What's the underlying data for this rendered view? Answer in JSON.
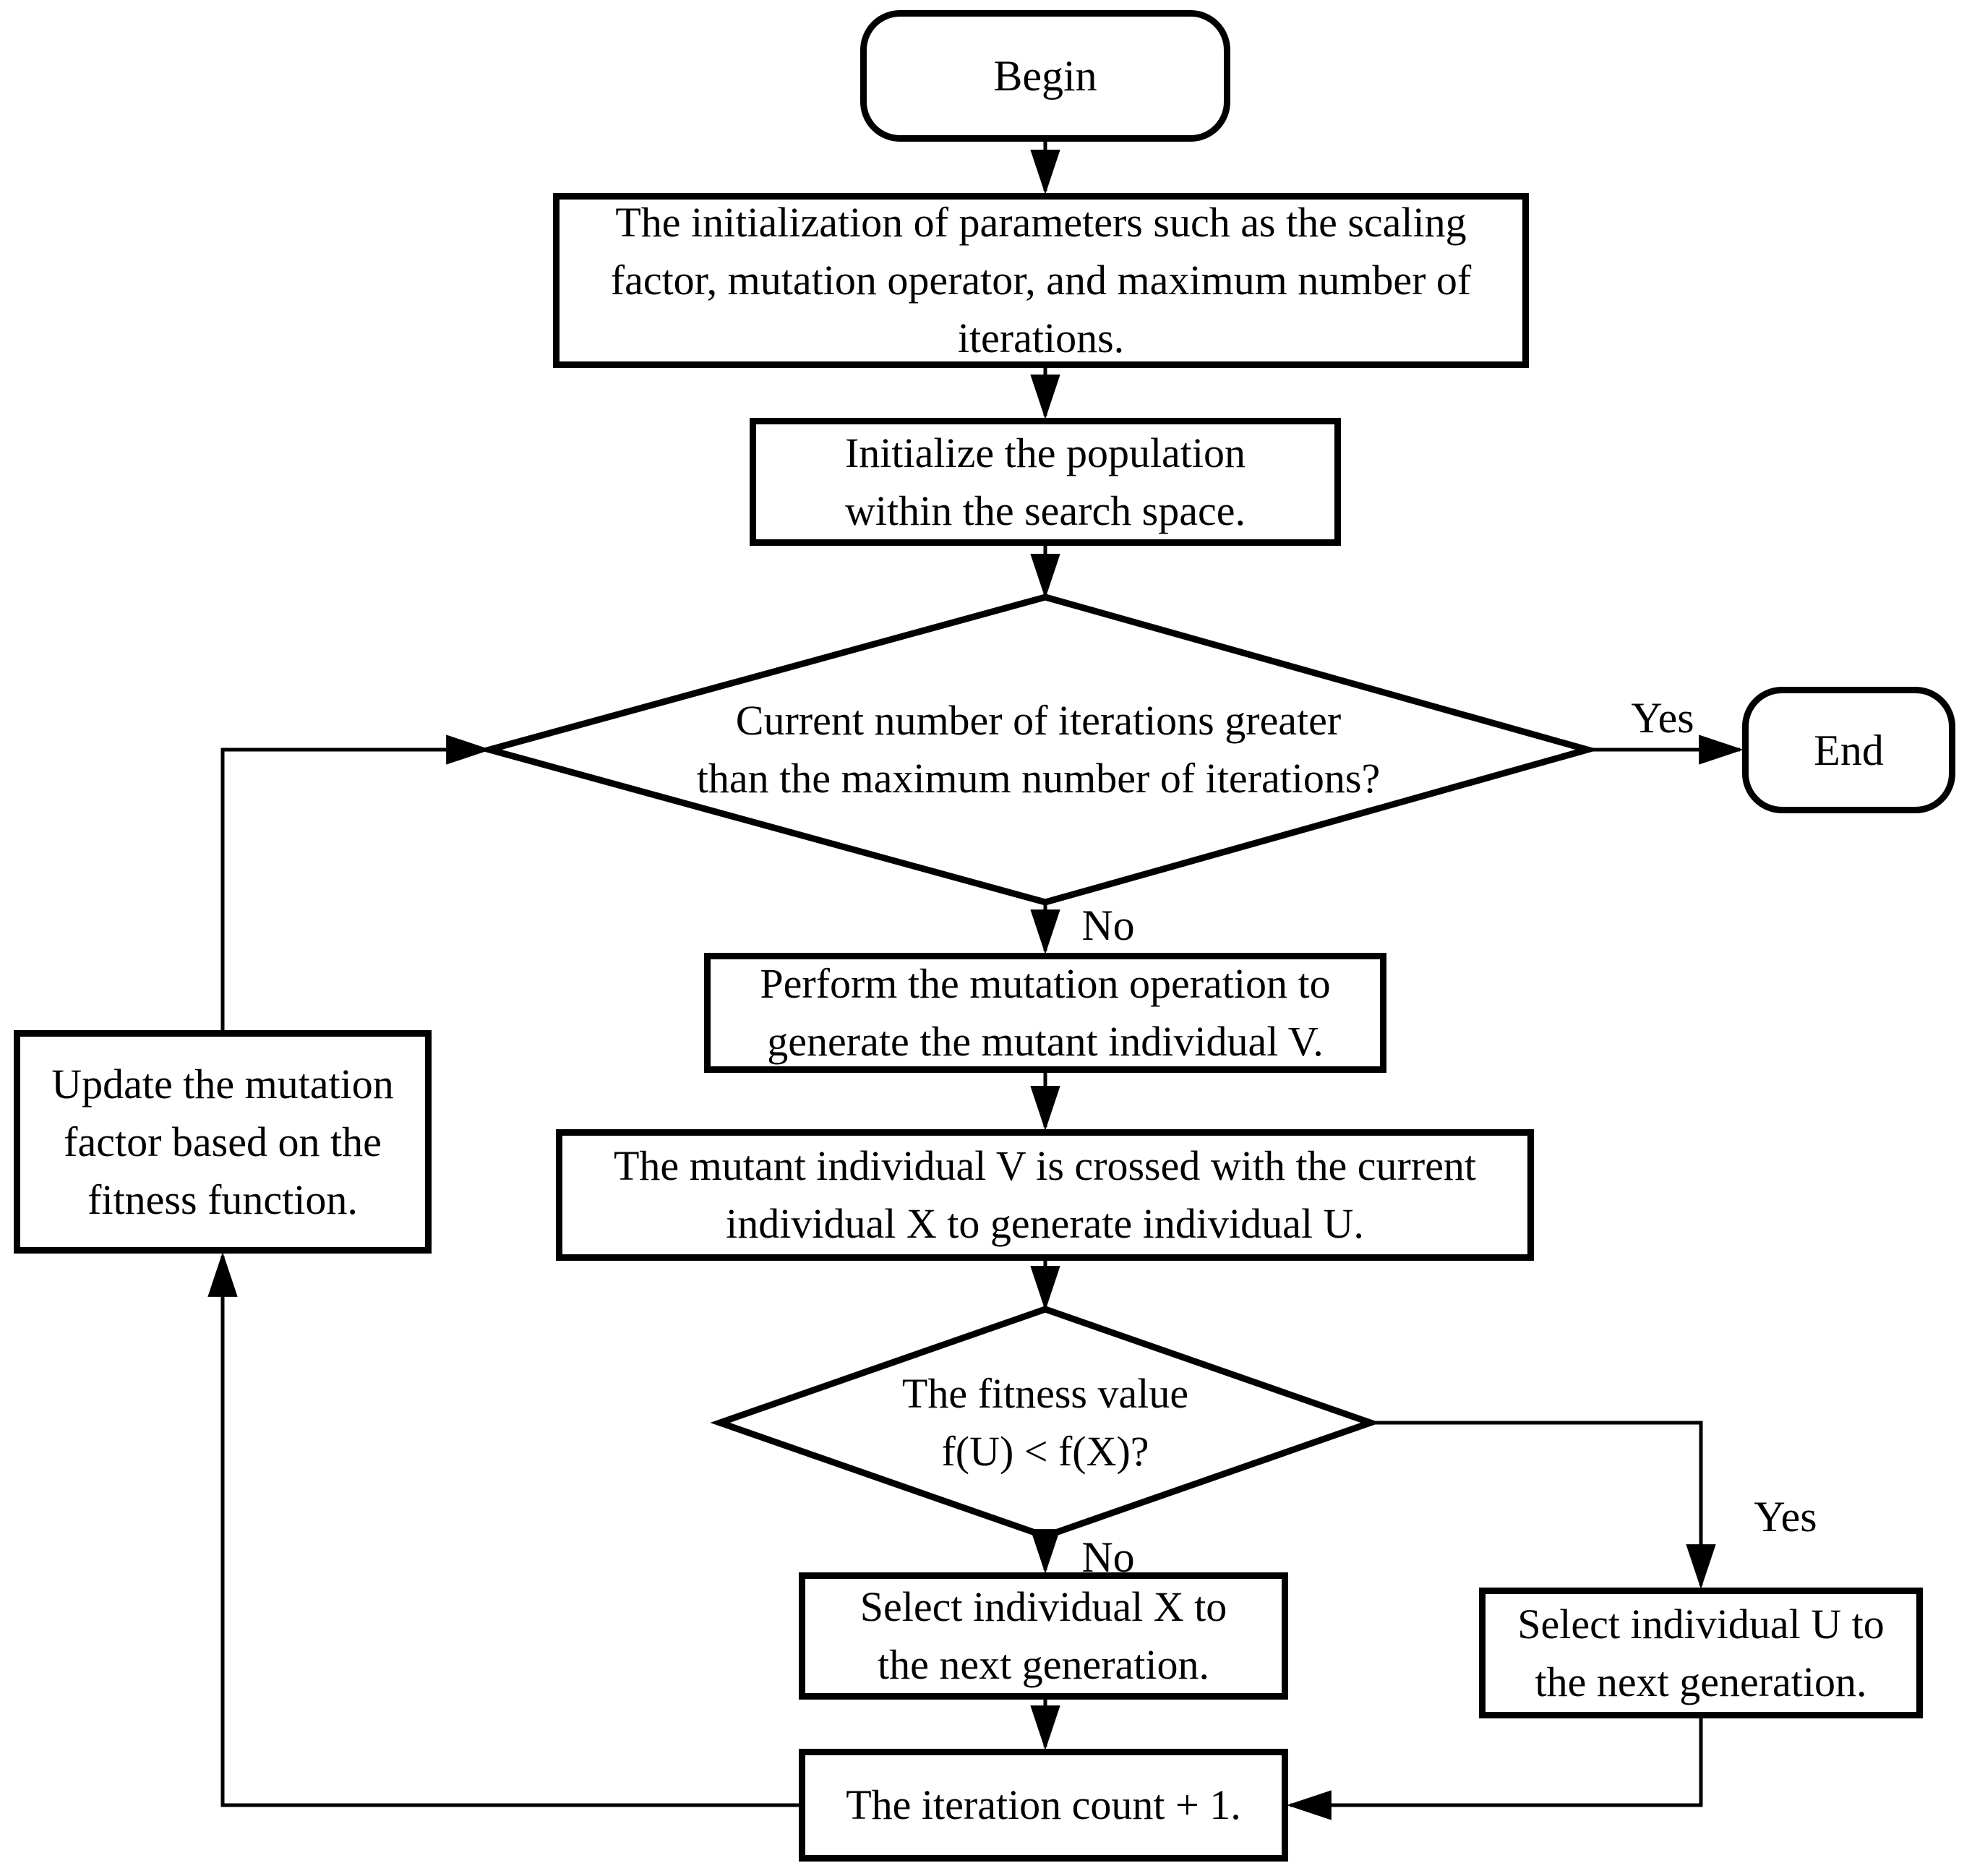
{
  "diagram": {
    "type": "flowchart",
    "title": "Differential evolution algorithm flowchart",
    "colors": {
      "background": "#ffffff",
      "stroke": "#000000",
      "text": "#000000"
    },
    "nodes": {
      "begin": {
        "shape": "rounded-terminator",
        "label": "Begin"
      },
      "init_params": {
        "shape": "process",
        "lines": [
          "The initialization of parameters such as the scaling",
          "factor, mutation operator, and maximum number of",
          "iterations."
        ]
      },
      "init_population": {
        "shape": "process",
        "lines": [
          "Initialize the population",
          "within the search space."
        ]
      },
      "iteration_check": {
        "shape": "decision",
        "lines": [
          "Current number of iterations greater",
          "than the maximum number of iterations?"
        ]
      },
      "end": {
        "shape": "rounded-terminator",
        "label": "End"
      },
      "mutation": {
        "shape": "process",
        "lines": [
          "Perform the mutation operation to",
          "generate the mutant individual V."
        ]
      },
      "crossover": {
        "shape": "process",
        "lines": [
          "The mutant individual V is crossed with the current",
          "individual X to generate individual U."
        ]
      },
      "fitness_check": {
        "shape": "decision",
        "lines": [
          "The fitness value",
          "f(U) < f(X)?"
        ]
      },
      "select_x": {
        "shape": "process",
        "lines": [
          "Select individual X to",
          "the next generation."
        ]
      },
      "select_u": {
        "shape": "process",
        "lines": [
          "Select individual U to",
          "the next generation."
        ]
      },
      "iteration_count": {
        "shape": "process",
        "label": "The iteration count + 1."
      },
      "update_factor": {
        "shape": "process",
        "lines": [
          "Update the mutation",
          "factor based on the",
          "fitness function."
        ]
      }
    },
    "edge_labels": {
      "iteration_yes": "Yes",
      "iteration_no": "No",
      "fitness_yes": "Yes",
      "fitness_no": "No"
    }
  }
}
